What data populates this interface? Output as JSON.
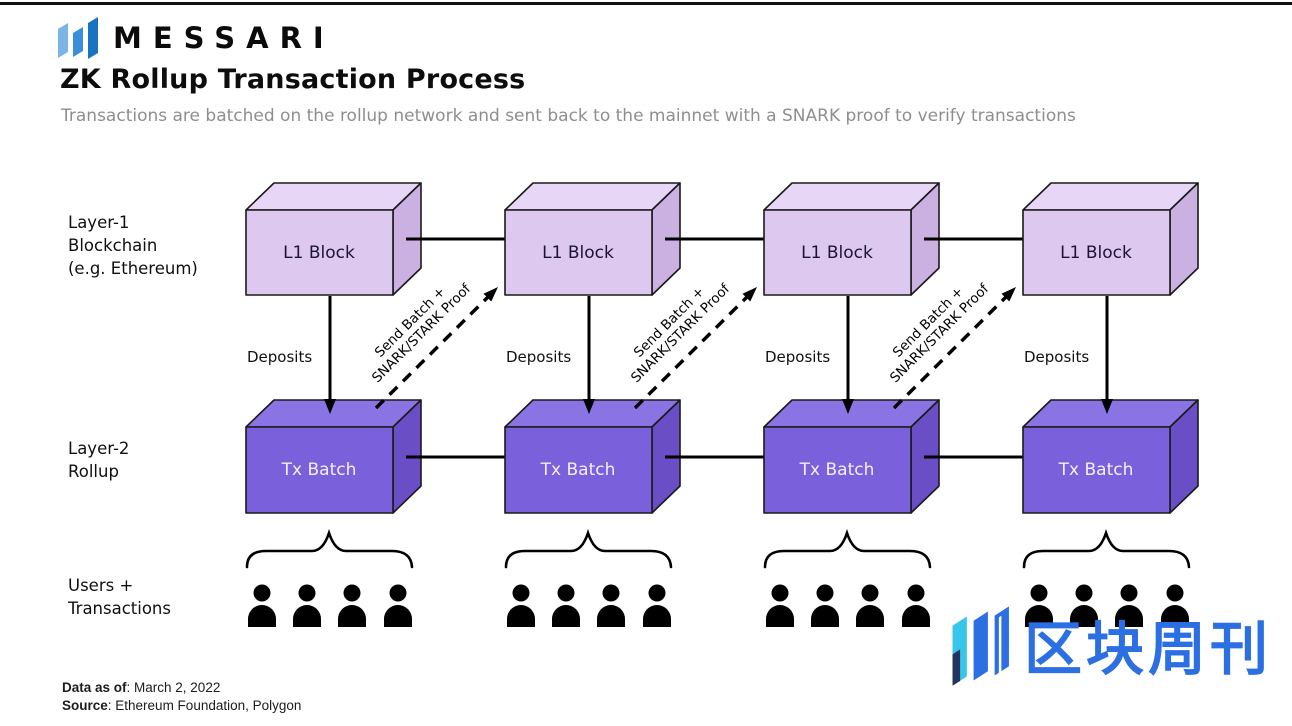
{
  "header": {
    "brand": "MESSARI",
    "title": "ZK Rollup Transaction Process",
    "subtitle": "Transactions are batched on the rollup network and sent back to the mainnet with a SNARK proof to verify transactions"
  },
  "row_labels": {
    "layer1": [
      "Layer-1",
      "Blockchain",
      "(e.g. Ethereum)"
    ],
    "layer2": [
      "Layer-2",
      "Rollup"
    ],
    "users": [
      "Users +",
      "Transactions"
    ]
  },
  "diagram": {
    "l1_block": "L1 Block",
    "tx_batch": "Tx Batch",
    "deposits": "Deposits",
    "send_batch": [
      "Send Batch +",
      "SNARK/STARK Proof"
    ],
    "columns": 4,
    "users_per_group": 4
  },
  "colors": {
    "l1_front": "#ddc8f0",
    "l1_top": "#e7d6f5",
    "l1_side": "#cbb0e2",
    "tx_front": "#7a60db",
    "tx_top": "#8a73e3",
    "tx_side": "#6a4ec6",
    "outline": "#1a1a1a",
    "arrow_black": "#000000",
    "watermark_blue": "#2b6fe3",
    "watermark_cyan": "#35c6ea"
  },
  "footer": {
    "data_as_of_label": "Data as of",
    "data_as_of_value": ": March 2, 2022",
    "source_label": "Source",
    "source_value": ": Ethereum Foundation, Polygon"
  },
  "watermark": {
    "text": "区块周刊"
  }
}
